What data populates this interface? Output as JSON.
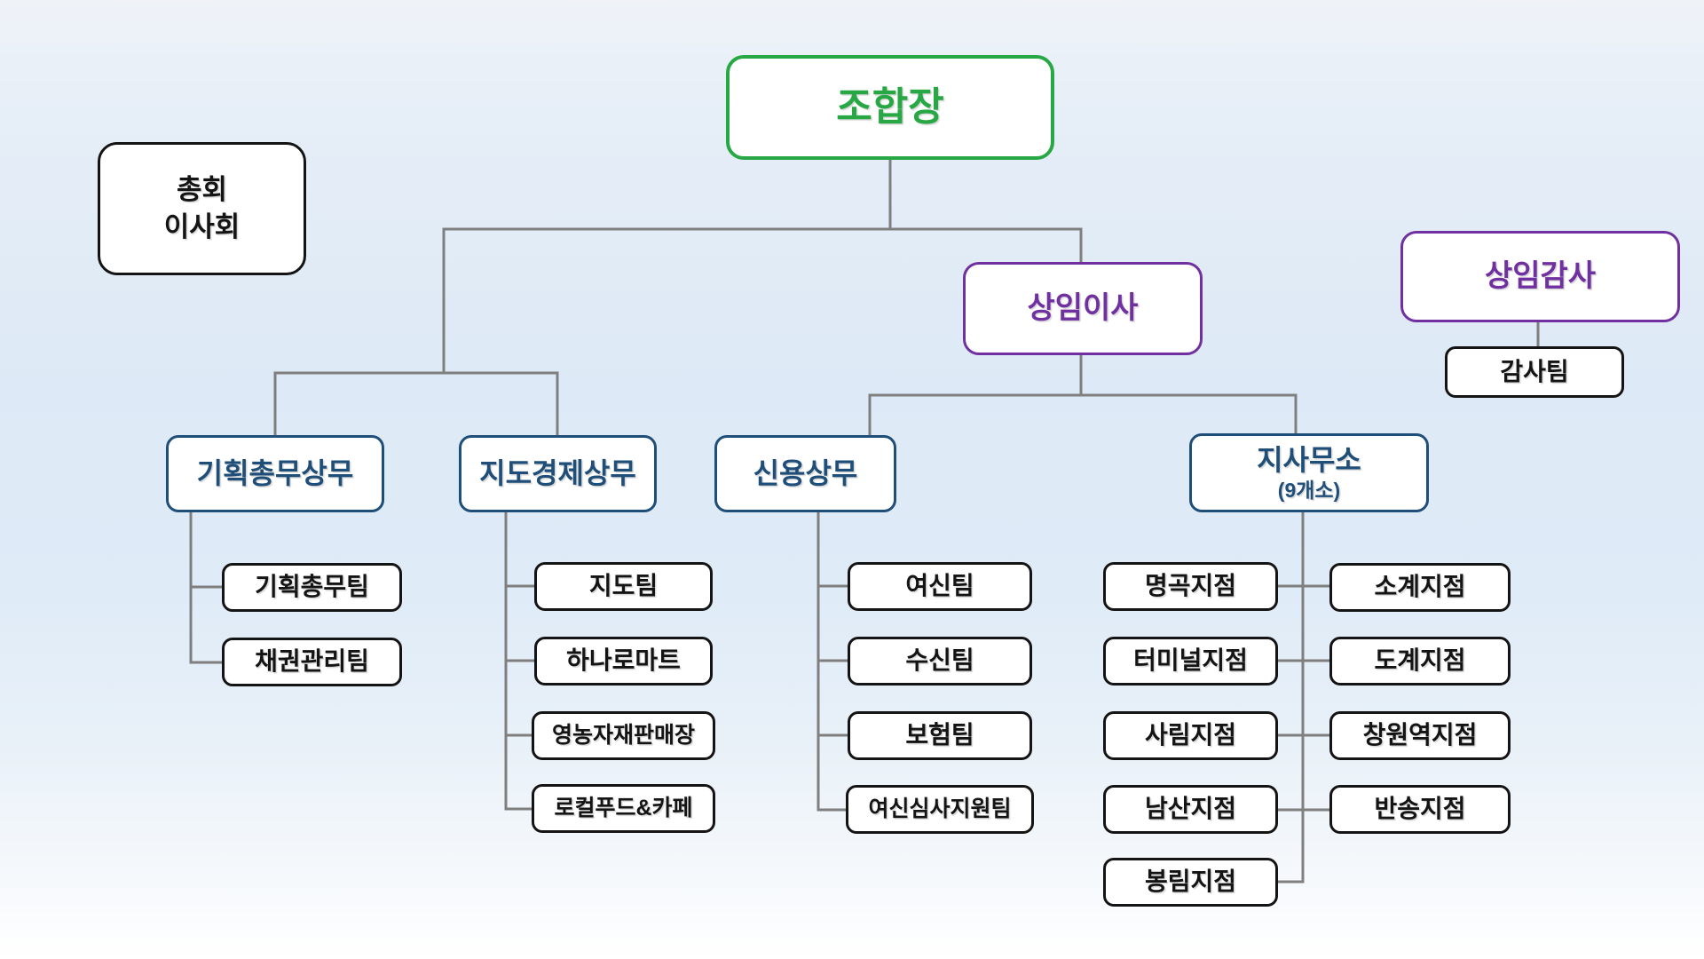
{
  "colors": {
    "green": "#27a844",
    "purple": "#7030a0",
    "navy": "#1f4e79",
    "black": "#141414",
    "line": "#7f7f7f",
    "box_fill": "#ffffff"
  },
  "org": {
    "nodes": [
      {
        "id": "chairman",
        "label": "조합장",
        "variant": "green"
      },
      {
        "id": "general-assembly",
        "label": "총회",
        "label2": "이사회",
        "variant": "black"
      },
      {
        "id": "managing-director",
        "label": "상임이사",
        "variant": "purple"
      },
      {
        "id": "standing-auditor",
        "label": "상임감사",
        "variant": "purple"
      },
      {
        "id": "audit-team",
        "label": "감사팀",
        "variant": "team"
      },
      {
        "id": "planning-general-affairs",
        "label": "기획총무상무",
        "variant": "navy"
      },
      {
        "id": "guidance-economy",
        "label": "지도경제상무",
        "variant": "navy"
      },
      {
        "id": "credit",
        "label": "신용상무",
        "variant": "navy"
      },
      {
        "id": "branch-offices",
        "label": "지사무소",
        "sublabel": "(9개소)",
        "variant": "navy"
      },
      {
        "id": "planning-team",
        "label": "기획총무팀",
        "variant": "team"
      },
      {
        "id": "bond-management-team",
        "label": "채권관리팀",
        "variant": "team"
      },
      {
        "id": "guidance-team",
        "label": "지도팀",
        "variant": "team"
      },
      {
        "id": "hanaro-mart",
        "label": "하나로마트",
        "variant": "team"
      },
      {
        "id": "farm-materials-store",
        "label": "영농자재판매장",
        "variant": "team"
      },
      {
        "id": "local-food-cafe",
        "label": "로컬푸드&카페",
        "variant": "team"
      },
      {
        "id": "loan-team",
        "label": "여신팀",
        "variant": "team"
      },
      {
        "id": "deposit-team",
        "label": "수신팀",
        "variant": "team"
      },
      {
        "id": "insurance-team",
        "label": "보험팀",
        "variant": "team"
      },
      {
        "id": "loan-review-support-team",
        "label": "여신심사지원팀",
        "variant": "team"
      },
      {
        "id": "myeonggok-branch",
        "label": "명곡지점",
        "variant": "team"
      },
      {
        "id": "terminal-branch",
        "label": "터미널지점",
        "variant": "team"
      },
      {
        "id": "sarim-branch",
        "label": "사림지점",
        "variant": "team"
      },
      {
        "id": "namsan-branch",
        "label": "남산지점",
        "variant": "team"
      },
      {
        "id": "bongnim-branch",
        "label": "봉림지점",
        "variant": "team"
      },
      {
        "id": "sogye-branch",
        "label": "소계지점",
        "variant": "team"
      },
      {
        "id": "dogye-branch",
        "label": "도계지점",
        "variant": "team"
      },
      {
        "id": "changwon-station-branch",
        "label": "창원역지점",
        "variant": "team"
      },
      {
        "id": "bansong-branch",
        "label": "반송지점",
        "variant": "team"
      }
    ],
    "edges": [
      [
        "chairman",
        "planning-general-affairs"
      ],
      [
        "chairman",
        "guidance-economy"
      ],
      [
        "chairman",
        "managing-director"
      ],
      [
        "managing-director",
        "credit"
      ],
      [
        "managing-director",
        "branch-offices"
      ],
      [
        "standing-auditor",
        "audit-team"
      ],
      [
        "planning-general-affairs",
        "planning-team"
      ],
      [
        "planning-general-affairs",
        "bond-management-team"
      ],
      [
        "guidance-economy",
        "guidance-team"
      ],
      [
        "guidance-economy",
        "hanaro-mart"
      ],
      [
        "guidance-economy",
        "farm-materials-store"
      ],
      [
        "guidance-economy",
        "local-food-cafe"
      ],
      [
        "credit",
        "loan-team"
      ],
      [
        "credit",
        "deposit-team"
      ],
      [
        "credit",
        "insurance-team"
      ],
      [
        "credit",
        "loan-review-support-team"
      ],
      [
        "branch-offices",
        "myeonggok-branch"
      ],
      [
        "branch-offices",
        "terminal-branch"
      ],
      [
        "branch-offices",
        "sarim-branch"
      ],
      [
        "branch-offices",
        "namsan-branch"
      ],
      [
        "branch-offices",
        "bongnim-branch"
      ],
      [
        "branch-offices",
        "sogye-branch"
      ],
      [
        "branch-offices",
        "dogye-branch"
      ],
      [
        "branch-offices",
        "changwon-station-branch"
      ],
      [
        "branch-offices",
        "bansong-branch"
      ]
    ]
  }
}
